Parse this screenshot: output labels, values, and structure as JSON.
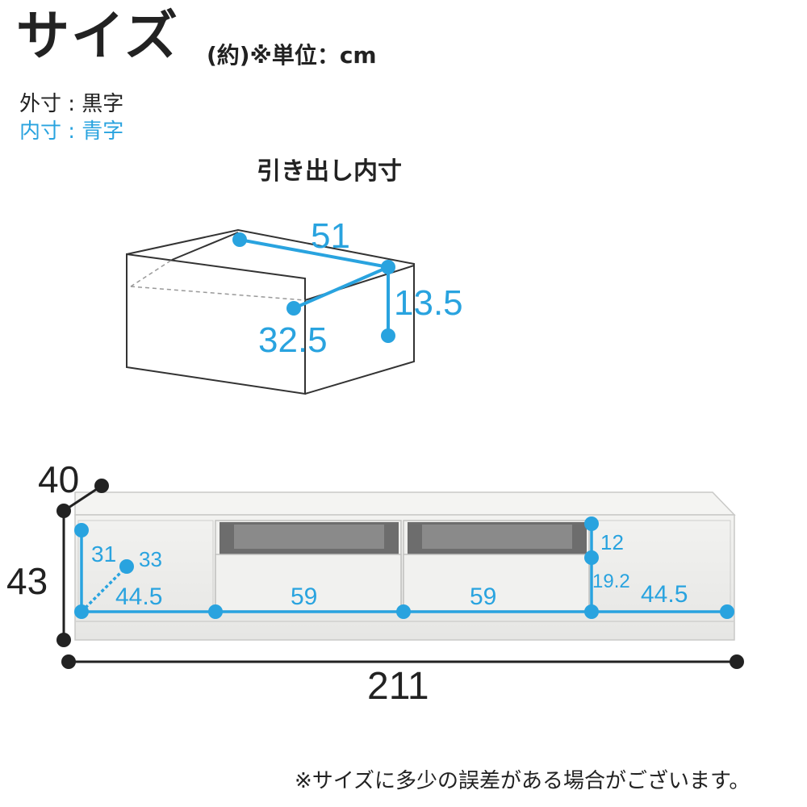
{
  "header": {
    "title": "サイズ",
    "unit": "(約)※単位：cm",
    "outer_legend": "外寸 : 黒字",
    "inner_legend": "内寸 : 青字"
  },
  "drawer": {
    "title": "引き出し内寸",
    "width": "51",
    "height": "13.5",
    "depth": "32.5"
  },
  "tvboard": {
    "depth": "40",
    "height": "43",
    "total_width": "211",
    "left_inner_height": "31",
    "left_inner_depth": "33",
    "left_inner_width": "44.5",
    "drawer1_width": "59",
    "drawer2_width": "59",
    "open_shelf_height": "12",
    "right_inner_height": "19.2",
    "right_inner_width": "44.5"
  },
  "footnote": "※サイズに多少の誤差がある場合がございます。",
  "colors": {
    "inner": "#29a3df",
    "outer": "#222222"
  }
}
